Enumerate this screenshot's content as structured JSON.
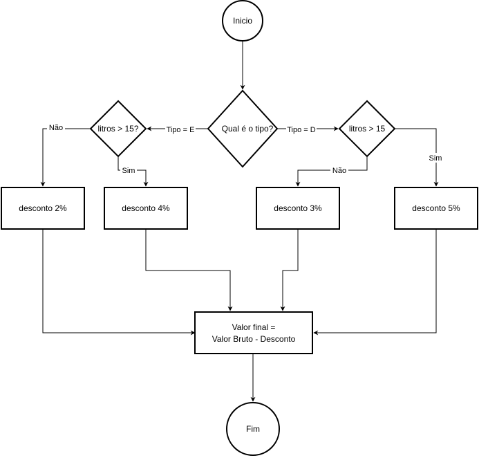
{
  "nodes": {
    "inicio": "Inicio",
    "tipo": "Qual é o tipo?",
    "litros_e": "litros > 15?",
    "litros_d": "litros > 15",
    "desc2": "desconto 2%",
    "desc4": "desconto 4%",
    "desc3": "desconto 3%",
    "desc5": "desconto 5%",
    "valor_line1": "Valor final =",
    "valor_line2": "Valor Bruto - Desconto",
    "fim": "Fim"
  },
  "edges": {
    "tipo_e": "Tipo = E",
    "tipo_d": "Tipo = D",
    "nao_e": "Não",
    "sim_e": "Sim",
    "nao_d": "Não",
    "sim_d": "Sim"
  }
}
